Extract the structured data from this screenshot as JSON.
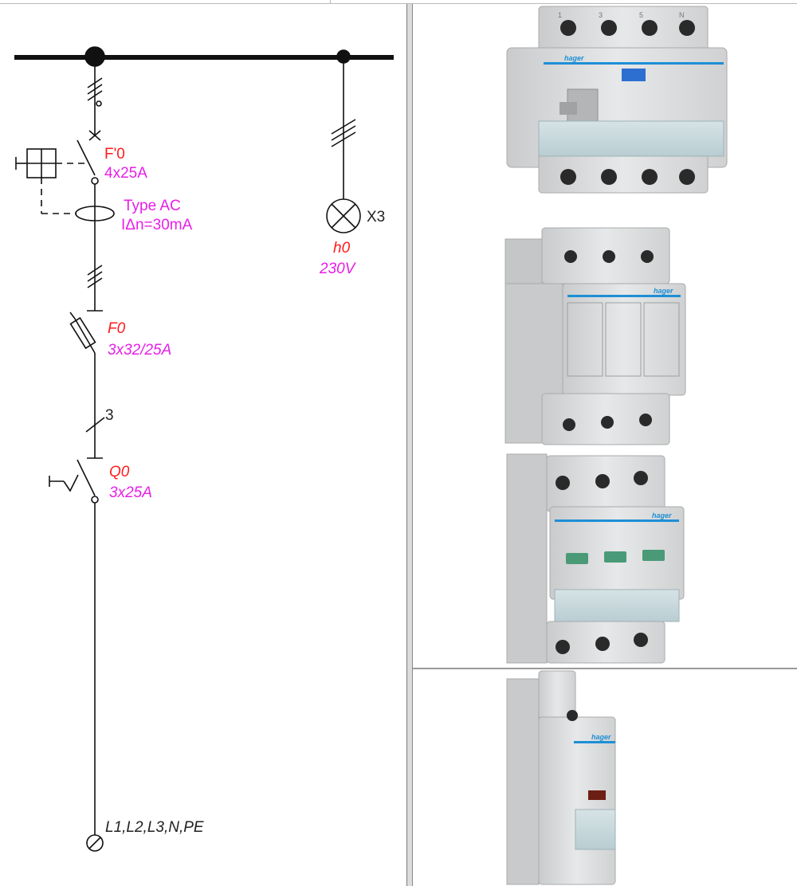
{
  "diagram": {
    "rcd": {
      "tag": "F'0",
      "rating": "4x25A",
      "type": "Type AC",
      "sensitivity": "IΔn=30mA"
    },
    "fuse": {
      "tag": "F0",
      "rating": "3x32/25A"
    },
    "conductor_count": "3",
    "switch": {
      "tag": "Q0",
      "rating": "3x25A"
    },
    "lamp": {
      "ref": "X3",
      "tag": "h0",
      "voltage": "230V"
    },
    "terminal": {
      "label": "L1,L2,L3,N,PE"
    }
  },
  "products": {
    "brand": "hager",
    "rcd_terminals_top": [
      "1",
      "3",
      "5",
      "N"
    ]
  },
  "colors": {
    "tag_red": "#ff1a1a",
    "rating_magenta": "#e81ee8",
    "wire_black": "#111111",
    "device_grey": "#dcdedf",
    "brand_blue": "#1e8fd6"
  }
}
